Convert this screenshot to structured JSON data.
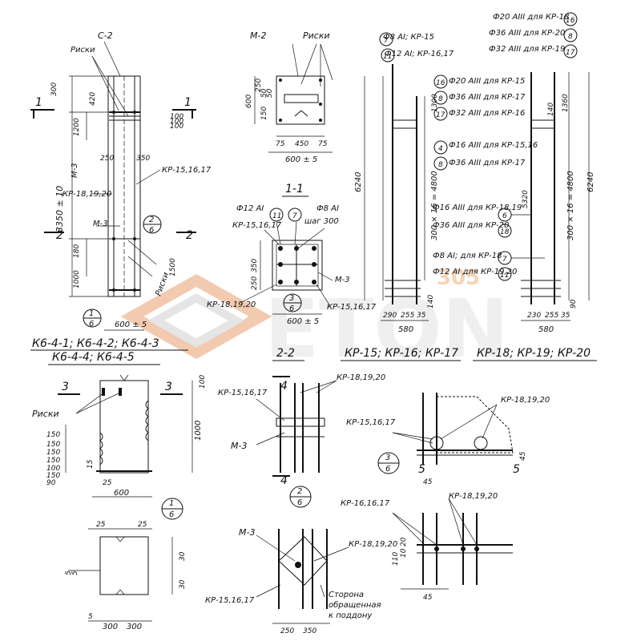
{
  "watermark": {
    "brand": "ETON",
    "accent": "#f4a460",
    "number": "305"
  },
  "colors": {
    "line": "#111111",
    "watermark": "#cfcfcf"
  },
  "view1": {
    "title_lines": [
      "К6-4-1; К6-4-2; К6-4-3",
      "К6-4-4; К6-4-5"
    ],
    "labels": {
      "c2": "С-2",
      "riski": "Риски",
      "kr15": "КР-15,16,17",
      "kr18": "КР-18,19,20",
      "m3a": "М-3",
      "m3b": "М-3",
      "riski_b": "Риски",
      "section_1": "1",
      "section_2": "2"
    },
    "dims": {
      "d300": "300",
      "d120": "1200",
      "d420": "420",
      "d100a": "100",
      "d100b": "100",
      "d100c": "100",
      "total": "3350 ± 10",
      "d1000": "1000",
      "d1500": "1500",
      "d250": "250",
      "d350": "350",
      "d180": "180",
      "width": "600 ± 5"
    },
    "callouts": {
      "c2_6_top": "2",
      "c2_6_bot": "6",
      "c1_6_top": "1",
      "c1_6_bot": "6"
    }
  },
  "view_m2": {
    "labels": {
      "m2": "М-2",
      "riski": "Риски"
    },
    "dims": {
      "d600": "600",
      "d250": "250",
      "d50a": "50",
      "d50b": "50",
      "d150": "150",
      "d75a": "75",
      "d450": "450",
      "d75b": "75",
      "total": "600 ± 5"
    }
  },
  "section_1_1": {
    "title": "1-1",
    "labels": {
      "phi12": "Ф12 АI",
      "phi8": "Ф8 АI",
      "shag": "шаг 300",
      "c11": "11",
      "c7": "7",
      "kr15": "КР-15,16,17",
      "kr18": "КР-18,19,20",
      "kr15b": "КР-15,16,17",
      "m3": "М-3"
    },
    "dims": {
      "d350": "350",
      "d250": "250",
      "total": "600 ± 5"
    },
    "callout": {
      "top": "3",
      "bot": "6"
    }
  },
  "frames_kr15": {
    "title": "КР-15; КР-16; КР-17",
    "bars": [
      {
        "num": "7",
        "text": "Ф8 АI; КР-15"
      },
      {
        "num": "11",
        "text": "Ф12 АI; КР-16,17"
      },
      {
        "num": "16",
        "text": "Ф20 АIII для КР-15"
      },
      {
        "num": "8",
        "text": "Ф36 АIII для КР-17"
      },
      {
        "num": "17",
        "text": "Ф32 АIII для КР-16"
      },
      {
        "num": "4",
        "text": "Ф16 АIII для КР-15,16"
      },
      {
        "num": "8",
        "text": "Ф36 АIII для КР-17"
      }
    ],
    "dims": {
      "d6240": "6240",
      "d1300": "1300",
      "d300x16": "300 × 16 = 4800",
      "d140": "140",
      "d290": "290",
      "d255": "255",
      "d35": "35",
      "total": "580"
    }
  },
  "frames_kr18": {
    "title": "КР-18; КР-19; КР-20",
    "bars": [
      {
        "num": "16",
        "text": "Ф20 АIII для КР-18"
      },
      {
        "num": "8",
        "text": "Ф36 АIII для КР-20"
      },
      {
        "num": "17",
        "text": "Ф32 АIII для КР-19"
      },
      {
        "num": "6",
        "text": "Ф16 АIII для КР-18,19"
      },
      {
        "num": "18",
        "text": "Ф36 АIII для КР-20"
      },
      {
        "num": "7",
        "text": "Ф8 АI; для КР-18"
      },
      {
        "num": "11",
        "text": "Ф12 АI для КР-19,20"
      }
    ],
    "dims": {
      "d1360": "1360",
      "d5320": "5320",
      "d300x16": "300 × 16 = 4800",
      "d6240": "6240",
      "d90": "90",
      "d230": "230",
      "d255": "255",
      "d35": "35",
      "total": "580",
      "d140": "140"
    }
  },
  "view3": {
    "title": "3",
    "labels": {
      "riski": "Риски",
      "dash_label": "3"
    },
    "dims": {
      "d100a": "100",
      "d1000": "1000",
      "steps": [
        "150",
        "150",
        "150",
        "150",
        "100",
        "150",
        "90"
      ],
      "d25": "25",
      "d600": "600",
      "d15": "15"
    },
    "callout": {
      "top": "1",
      "bot": "6"
    }
  },
  "view_plan": {
    "dims": {
      "d25a": "25",
      "d25b": "25",
      "d5": "5",
      "d5b": "5",
      "d300a": "300",
      "d300b": "300",
      "d30a": "30",
      "d30b": "30",
      "d5c": "5"
    }
  },
  "section_2_2": {
    "title": "2-2",
    "labels": {
      "kr15": "КР-15,16,17",
      "kr18": "КР-18,19,20",
      "m3": "М-3",
      "n4a": "4",
      "n4b": "4"
    },
    "callout": {
      "top": "2",
      "bot": "6"
    }
  },
  "node_m3": {
    "labels": {
      "m3": "М-3",
      "kr18": "КР-18,19,20",
      "kr15": "КР-15,16,17",
      "note_lines": [
        "Сторона",
        "обращенная",
        "к поддону"
      ]
    },
    "dims": {
      "d250": "250",
      "d350": "350"
    }
  },
  "node_3_6": {
    "labels": {
      "kr18": "КР-18,19,20",
      "kr15": "КР-15,16,17",
      "n5a": "5",
      "n5b": "5"
    },
    "dims": {
      "d45": "45",
      "d45b": "45"
    },
    "callout": {
      "top": "3",
      "bot": "6"
    }
  },
  "node_4": {
    "labels": {
      "kr16": "КР-16,16,17",
      "kr18": "КР-18,19,20"
    },
    "dims": {
      "d110": "110",
      "d10": "10",
      "d20": "20",
      "d45": "45"
    }
  }
}
